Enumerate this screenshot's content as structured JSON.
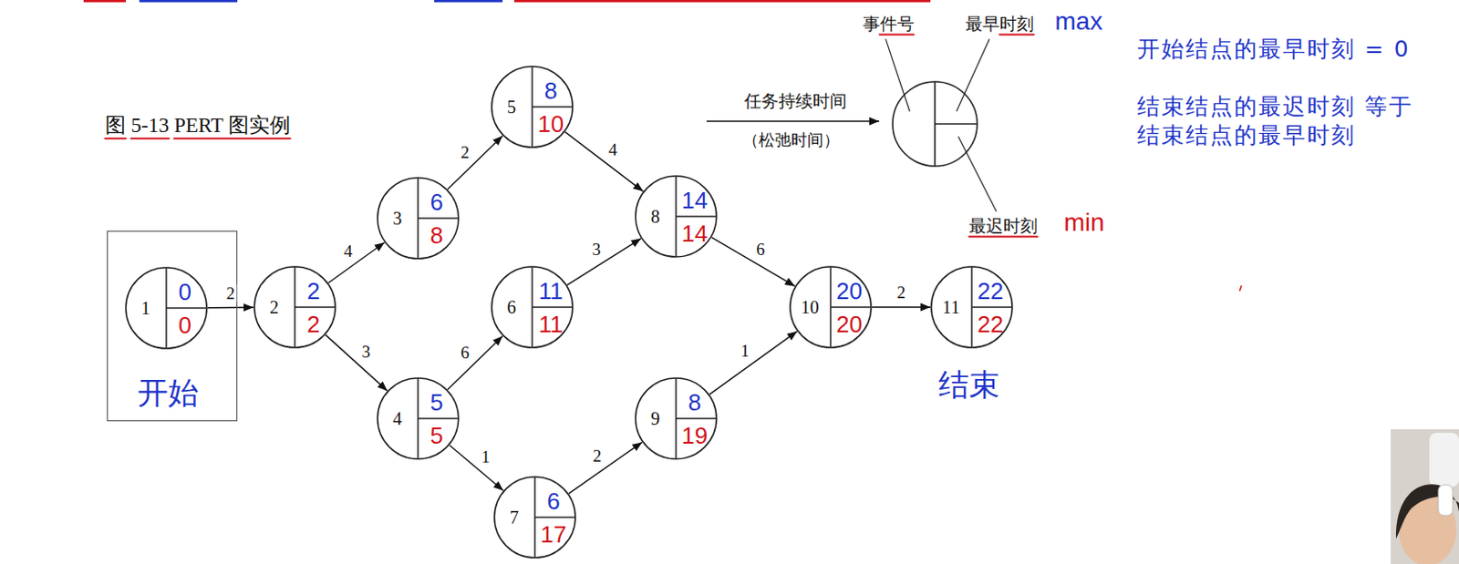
{
  "diagram": {
    "title": "图 5-13 PERT 图实例",
    "nodes": [
      {
        "text": [
          "开始"
        ]
      },
      {
        "text": [
          "1",
          "0",
          "0"
        ],
        "in": 0
      },
      {
        "text": [
          "2",
          "2",
          "2"
        ]
      },
      {
        "text": [
          "3",
          "6",
          "8"
        ]
      },
      {
        "text": [
          "4",
          "5",
          "5"
        ]
      },
      {
        "text": [
          "5",
          "8",
          "10"
        ]
      },
      {
        "text": [
          "6",
          "11",
          "11"
        ]
      },
      {
        "text": [
          "7",
          "6",
          "17"
        ]
      },
      {
        "text": [
          "8",
          "14",
          "14"
        ]
      },
      {
        "text": [
          "9",
          "8",
          "19"
        ]
      },
      {
        "text": [
          "10",
          "20",
          "20"
        ]
      },
      {
        "text": [
          "11",
          "22",
          "22"
        ]
      }
    ],
    "edges": [
      {
        "from": 1,
        "to": 2,
        "arrow": "to",
        "label": "2"
      },
      {
        "from": 2,
        "to": 3,
        "arrow": "to",
        "label": "4"
      },
      {
        "from": 2,
        "to": 4,
        "arrow": "to",
        "label": "3"
      },
      {
        "from": 3,
        "to": 5,
        "arrow": "to",
        "label": "2"
      },
      {
        "from": 4,
        "to": 6,
        "arrow": "to",
        "label": "6"
      },
      {
        "from": 4,
        "to": 7,
        "arrow": "to",
        "label": "1"
      },
      {
        "from": 5,
        "to": 8,
        "arrow": "to",
        "label": "4"
      },
      {
        "from": 6,
        "to": 8,
        "arrow": "to",
        "label": "3"
      },
      {
        "from": 7,
        "to": 9,
        "arrow": "to",
        "label": "2"
      },
      {
        "from": 8,
        "to": 10,
        "arrow": "to",
        "label": "6"
      },
      {
        "from": 9,
        "to": 10,
        "arrow": "to",
        "label": "1"
      },
      {
        "from": 10,
        "to": 11,
        "arrow": "to",
        "label": "2"
      }
    ],
    "labels": [
      "任务持续时间",
      "（松弛时间）",
      "事件号",
      "最早时刻",
      "max",
      "最迟时刻",
      "min",
      "开始结点的最早时刻 = 0",
      "结束结点的最迟时刻 等于 结束结点的最早时刻",
      "结束"
    ]
  }
}
